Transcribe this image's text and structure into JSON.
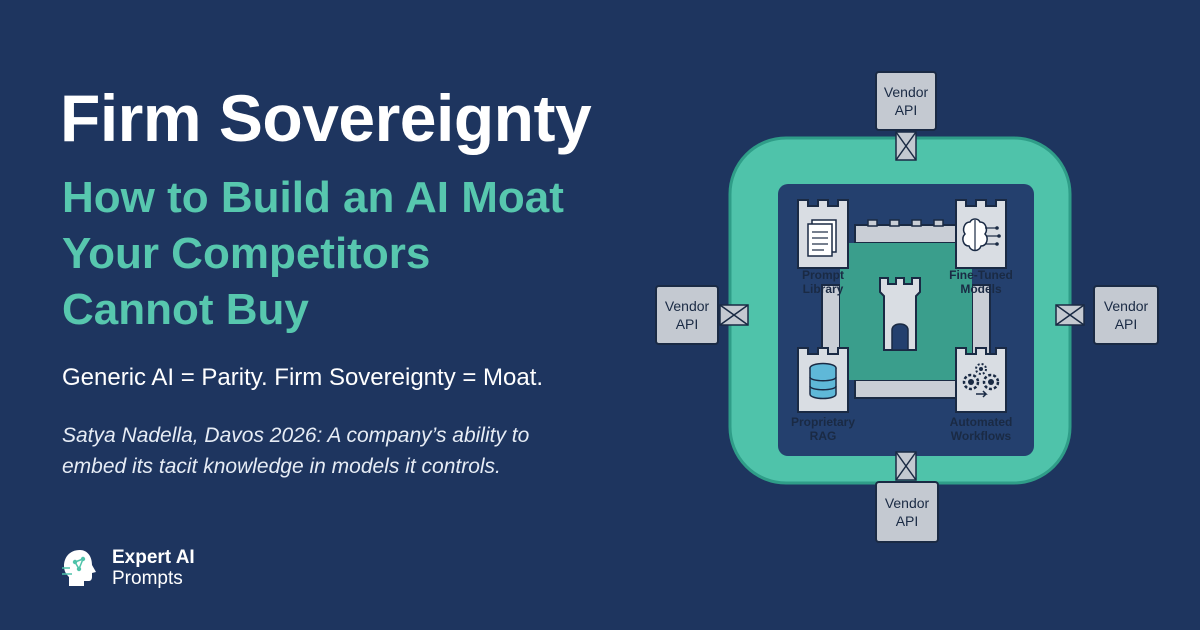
{
  "header": {
    "title": "Firm Sovereignty",
    "subtitle_lines": [
      "How to Build an AI Moat",
      "Your Competitors",
      "Cannot Buy"
    ]
  },
  "tagline": "Generic AI = Parity. Firm Sovereignty = Moat.",
  "quote_lines": [
    "Satya Nadella, Davos 2026: A company’s ability to",
    "embed its tacit knowledge in models it controls."
  ],
  "brand": {
    "line1": "Expert AI",
    "line2": "Prompts",
    "icon": "head-circuit-icon"
  },
  "diagram": {
    "vendors": {
      "top": [
        "Vendor",
        "API"
      ],
      "left": [
        "Vendor",
        "API"
      ],
      "right": [
        "Vendor",
        "API"
      ],
      "bottom": [
        "Vendor",
        "API"
      ]
    },
    "towers": {
      "prompt_library": {
        "label": [
          "Prompt",
          "Library"
        ],
        "icon": "document-stack-icon"
      },
      "fine_tuned_models": {
        "label": [
          "Fine-Tuned",
          "Models"
        ],
        "icon": "brain-circuit-icon"
      },
      "proprietary_rag": {
        "label": [
          "Proprietary",
          "RAG"
        ],
        "icon": "database-icon"
      },
      "automated_workflows": {
        "label": [
          "Automated",
          "Workflows"
        ],
        "icon": "gears-icon"
      }
    },
    "center_icon": "castle-keep-icon",
    "colors": {
      "moat": "#4fc3aa",
      "moat_edge": "#2f9d88",
      "inner": "#24406e",
      "wall": "#c9ced6",
      "vendor_box": "#c4c9d1"
    }
  }
}
